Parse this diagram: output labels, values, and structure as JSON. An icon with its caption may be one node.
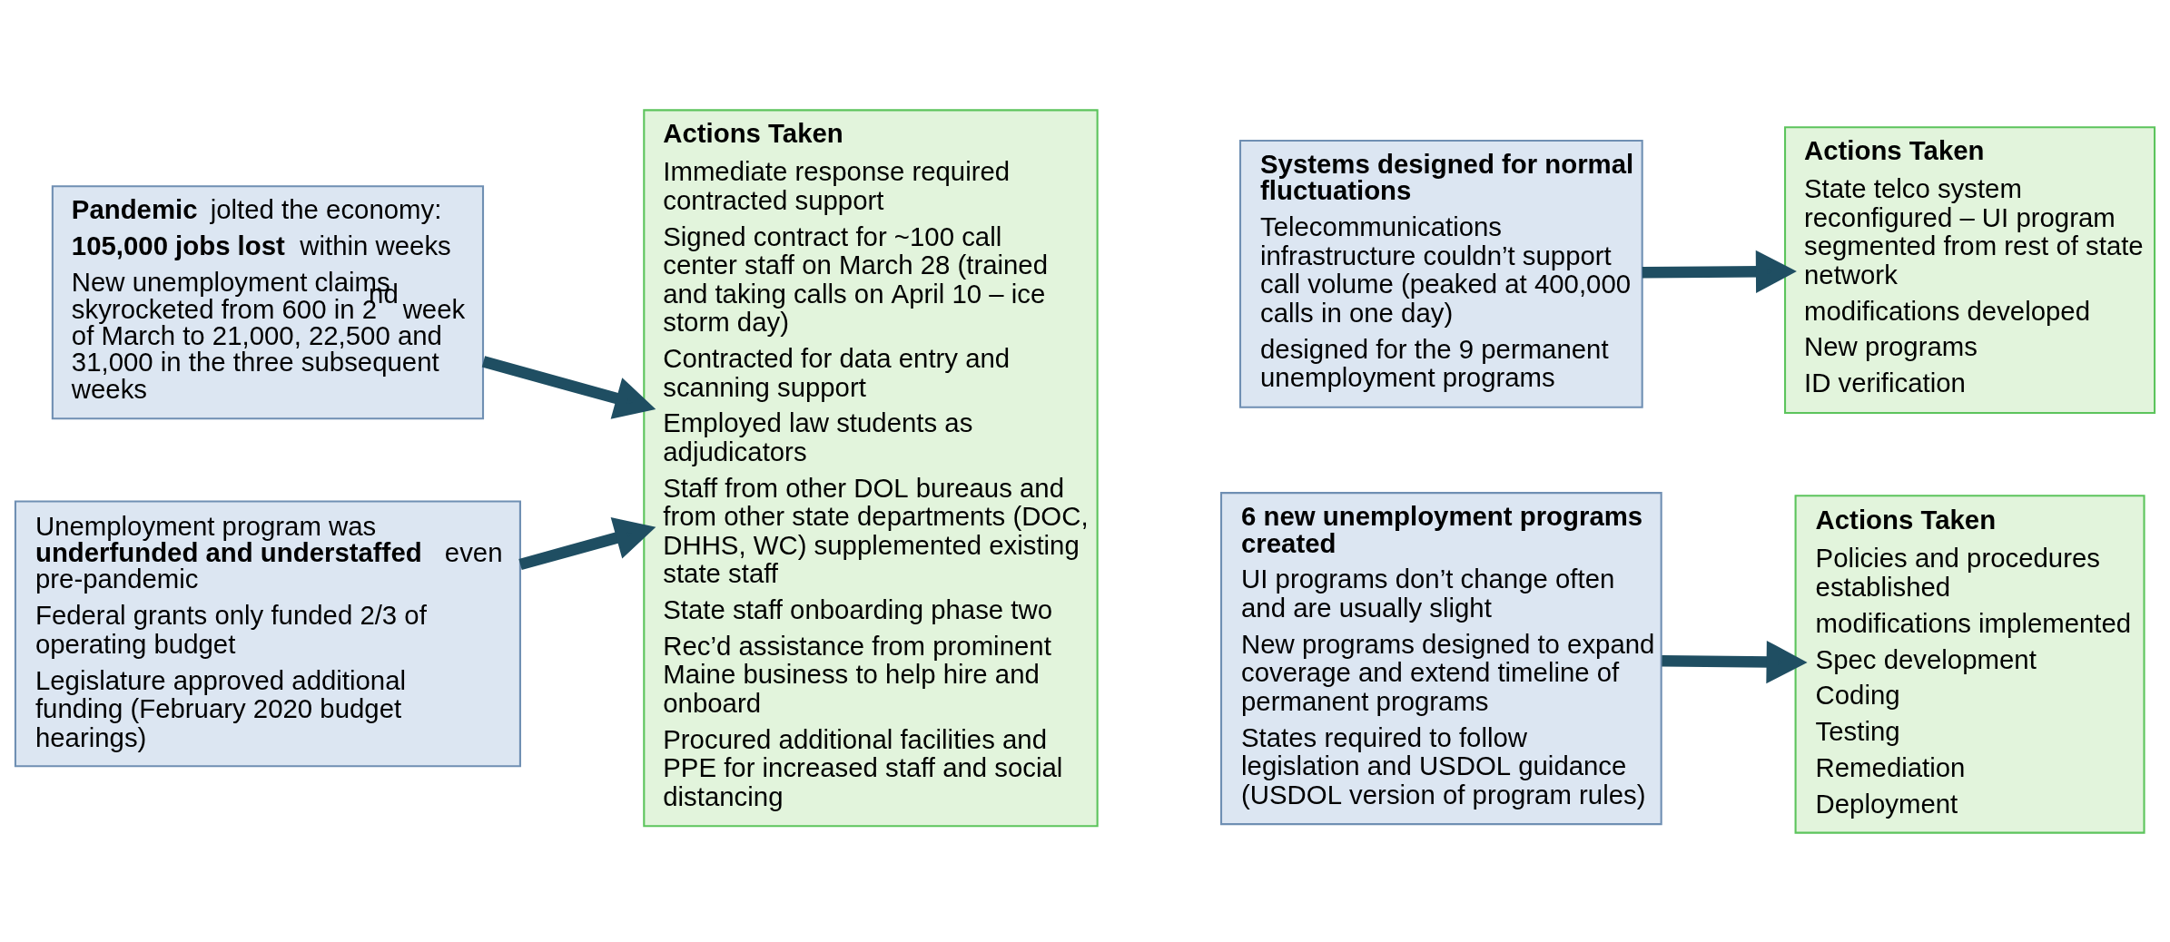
{
  "diagram": {
    "nodes": [
      {
        "text": [
          "**Pandemic** jolted the economy:",
          "**105,000 jobs lost** within weeks",
          "New unemployment claims skyrocketed from 600 in 2$^{nd}$ week of March to 21,000, 22,500 and 31,000 in the three subsequent weeks"
        ]
      },
      {
        "text": [
          "Unemployment program was **underfunded and understaffed** even pre-pandemic",
          "Federal grants only funded 2/3 of operating budget",
          "Legislature approved additional funding (February 2020 budget hearings)"
        ]
      },
      {
        "text": [
          "Actions Taken",
          "Immediate response required contracted support",
          "Signed contract for ~100 call center staff on March 28 (trained and taking calls on April 10 – ice storm day)",
          "Contracted for data entry and scanning support",
          "Employed law students as adjudicators",
          "Staff from other DOL bureaus and from other state departments (DOC, DHHS, WC) supplemented existing state staff",
          "State staff onboarding phase two",
          "Rec’d assistance from prominent Maine business to help hire and onboard",
          "Procured additional facilities and PPE for increased staff and social distancing"
        ]
      },
      {
        "text": [
          "Systems designed for normal fluctuations",
          "Telecommunications infrastructure couldn’t support call volume (peaked at 400,000 calls in one day)",
          "designed for the 9 permanent unemployment programs"
        ]
      },
      {
        "text": [
          "Actions Taken",
          "State telco system reconfigured – UI program segmented from rest of state network",
          "modifications developed",
          "New programs",
          "ID verification"
        ]
      },
      {
        "text": [
          "6 new unemployment programs created",
          "UI programs don’t change often and are usually slight",
          "New programs designed to expand coverage and extend timeline of permanent programs",
          "States required to follow legislation and USDOL guidance (USDOL version of program rules)"
        ]
      },
      {
        "text": [
          "Actions Taken",
          "Policies and procedures established",
          "modifications implemented",
          "Spec development",
          "Coding",
          "Testing",
          "Remediation",
          "Deployment"
        ]
      }
    ],
    "edges": [
      {
        "from": 0,
        "to": 2,
        "arrow": "to"
      },
      {
        "from": 1,
        "to": 2,
        "arrow": "to"
      },
      {
        "from": 3,
        "to": 4,
        "arrow": "to"
      },
      {
        "from": 5,
        "to": 6,
        "arrow": "to"
      }
    ]
  }
}
